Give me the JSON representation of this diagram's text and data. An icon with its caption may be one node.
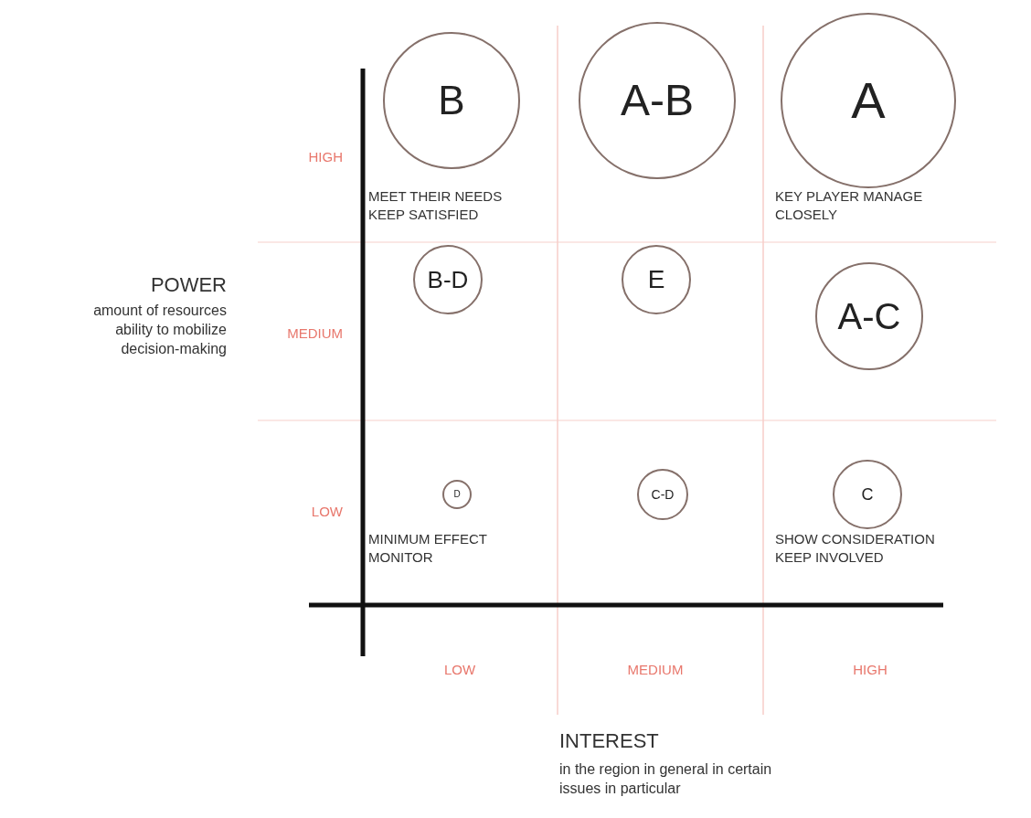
{
  "diagram": {
    "nodes": [
      {
        "text": [
          "B"
        ]
      },
      {
        "text": [
          "A-B"
        ]
      },
      {
        "text": [
          "A"
        ]
      },
      {
        "text": [
          "B-D"
        ]
      },
      {
        "text": [
          "E"
        ]
      },
      {
        "text": [
          "A-C"
        ]
      },
      {
        "text": [
          "D"
        ]
      },
      {
        "text": [
          "C-D"
        ]
      },
      {
        "text": [
          "C"
        ]
      }
    ],
    "labels": [
      "HIGH",
      "MEET THEIR NEEDS KEEP SATISFIED",
      "KEY PLAYER MANAGE CLOSELY",
      "POWER",
      "amount of resources ability to mobilize decision-making",
      "MEDIUM",
      "LOW",
      "MINIMUM EFFECT MONITOR",
      "SHOW CONSIDERATION KEEP INVOLVED",
      "LOW",
      "MEDIUM",
      "HIGH",
      "INTEREST",
      "in the region in general in certain issues in particular"
    ]
  }
}
